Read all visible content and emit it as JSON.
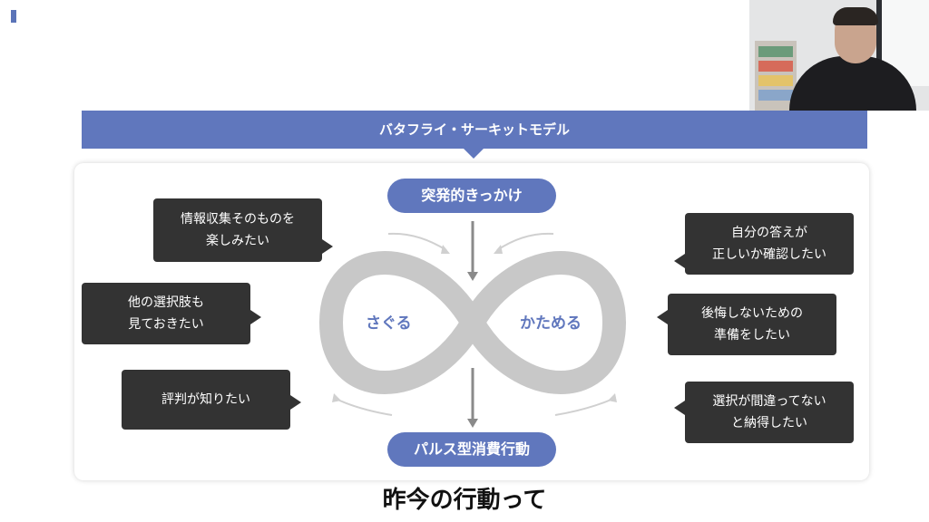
{
  "banner": {
    "title": "バタフライ・サーキットモデル"
  },
  "diagram": {
    "top_pill": "突発的きっかけ",
    "bottom_pill": "パルス型消費行動",
    "left_loop_label": "さぐる",
    "right_loop_label": "かためる",
    "left_callouts": [
      {
        "lines": [
          "情報収集そのものを",
          "楽しみたい"
        ]
      },
      {
        "lines": [
          "他の選択肢も",
          "見ておきたい"
        ]
      },
      {
        "lines": [
          "評判が知りたい"
        ]
      }
    ],
    "right_callouts": [
      {
        "lines": [
          "自分の答えが",
          "正しいか確認したい"
        ]
      },
      {
        "lines": [
          "後悔しないための",
          "準備をしたい"
        ]
      },
      {
        "lines": [
          "選択が間違ってない",
          "と納得したい"
        ]
      }
    ]
  },
  "caption": "昨今の行動って",
  "colors": {
    "accent": "#6077bd",
    "callout_bg": "#333333",
    "loop": "#c8c8c8"
  },
  "icons": {
    "flow_arrow": "arrow-down-icon"
  }
}
